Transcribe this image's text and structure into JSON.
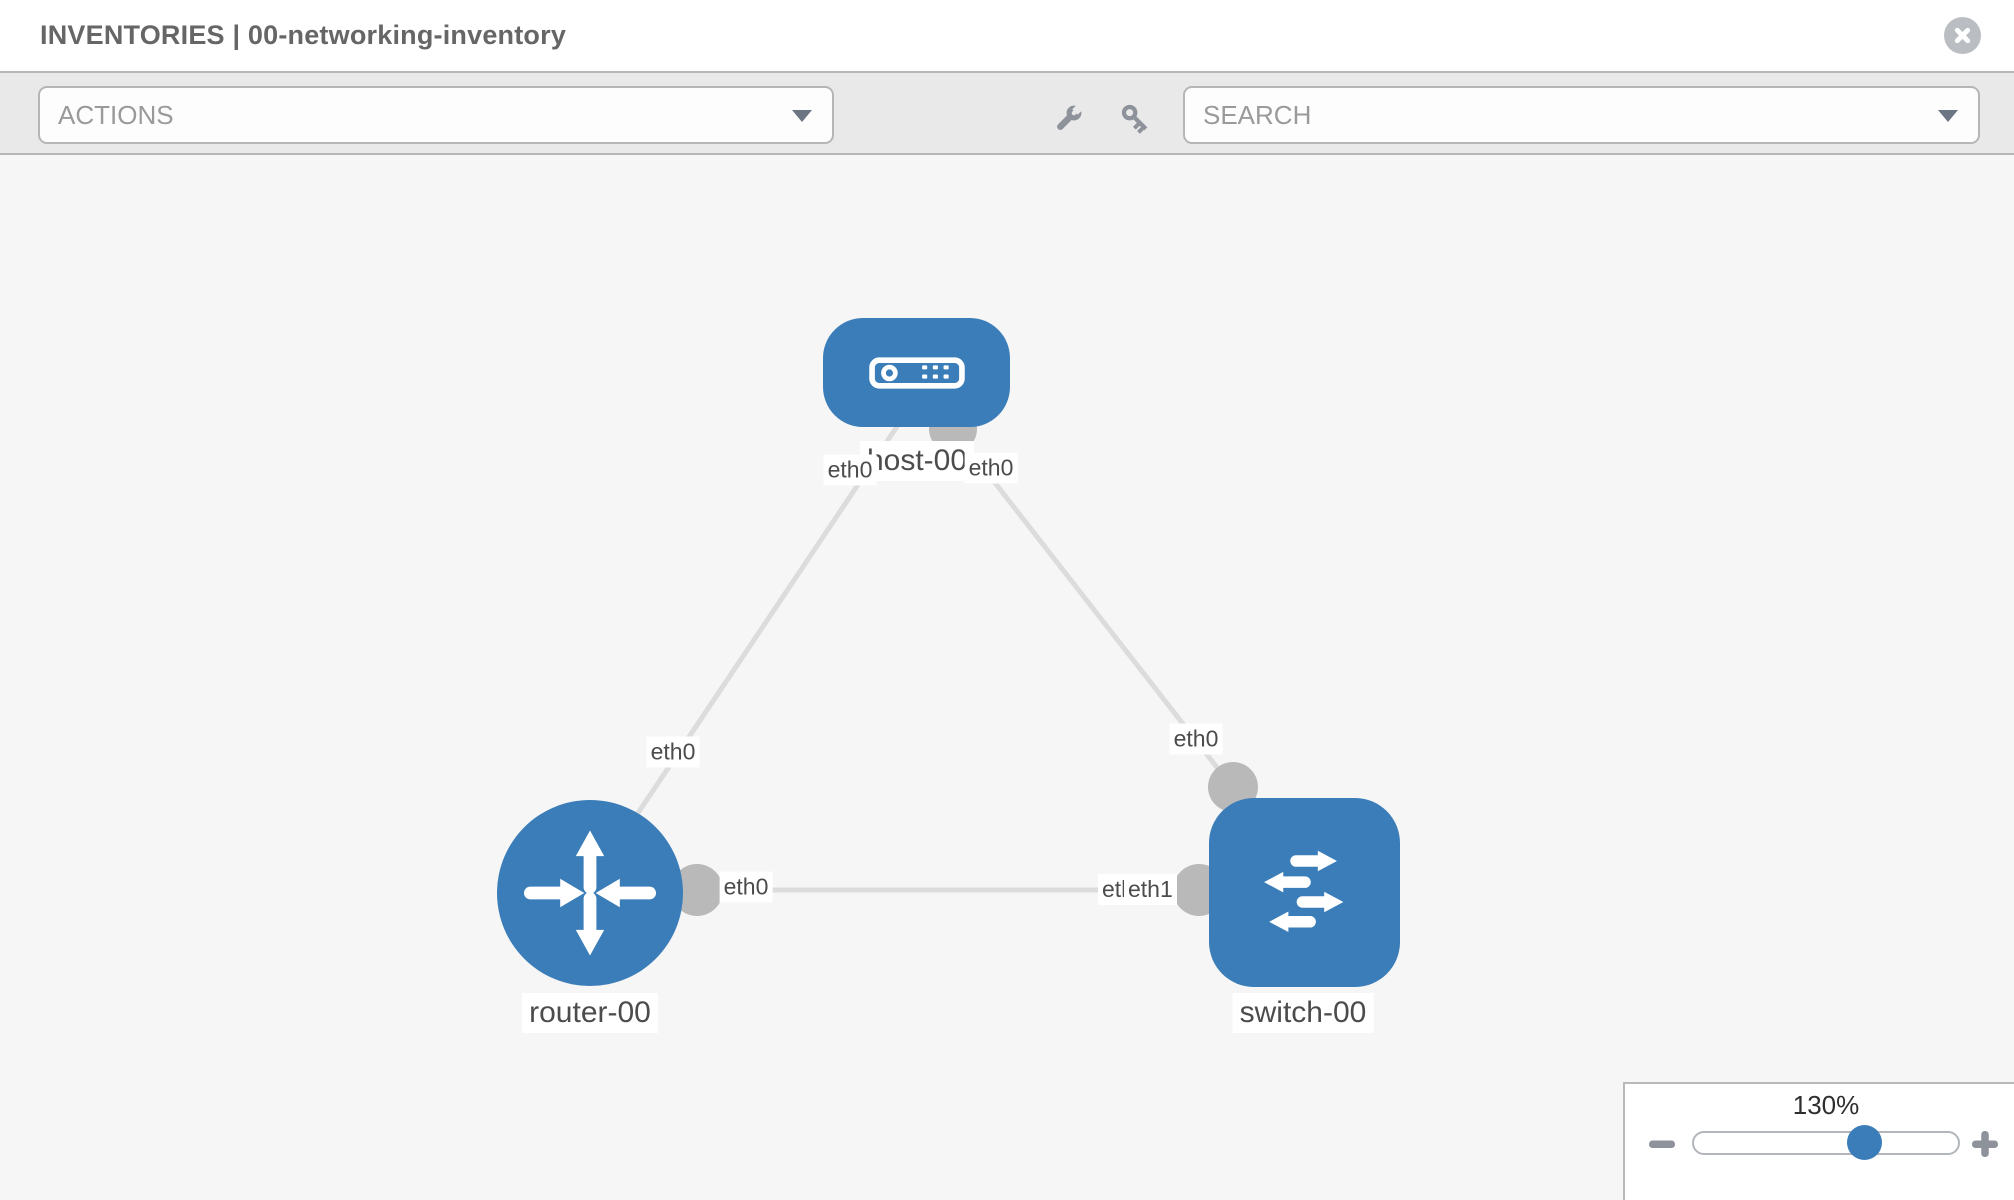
{
  "header": {
    "title": "INVENTORIES | 00-networking-inventory"
  },
  "toolbar": {
    "actions_label": "ACTIONS",
    "search_placeholder": "SEARCH",
    "icons": [
      "wrench-icon",
      "key-icon"
    ]
  },
  "topology": {
    "nodes": [
      {
        "id": "host-00",
        "type": "host",
        "label": "host-00"
      },
      {
        "id": "router-00",
        "type": "router",
        "label": "router-00"
      },
      {
        "id": "switch-00",
        "type": "switch",
        "label": "switch-00"
      }
    ],
    "links": [
      {
        "from": "host-00",
        "to": "router-00",
        "from_label": "eth0",
        "to_label": "eth0"
      },
      {
        "from": "host-00",
        "to": "switch-00",
        "from_label": "eth0",
        "to_label": "eth0"
      },
      {
        "from": "router-00",
        "to": "switch-00",
        "from_label": "eth0",
        "to_label": "eth1",
        "to_label_ghost": "eth1"
      }
    ]
  },
  "zoom_control": {
    "percent": "130%"
  },
  "colors": {
    "node_blue": "#3a7db8",
    "endpoint_gray": "#b9b9b9",
    "link_gray": "#dcdcdc",
    "toolbar_bg": "#e9e9e9",
    "canvas_bg": "#f6f6f6"
  }
}
